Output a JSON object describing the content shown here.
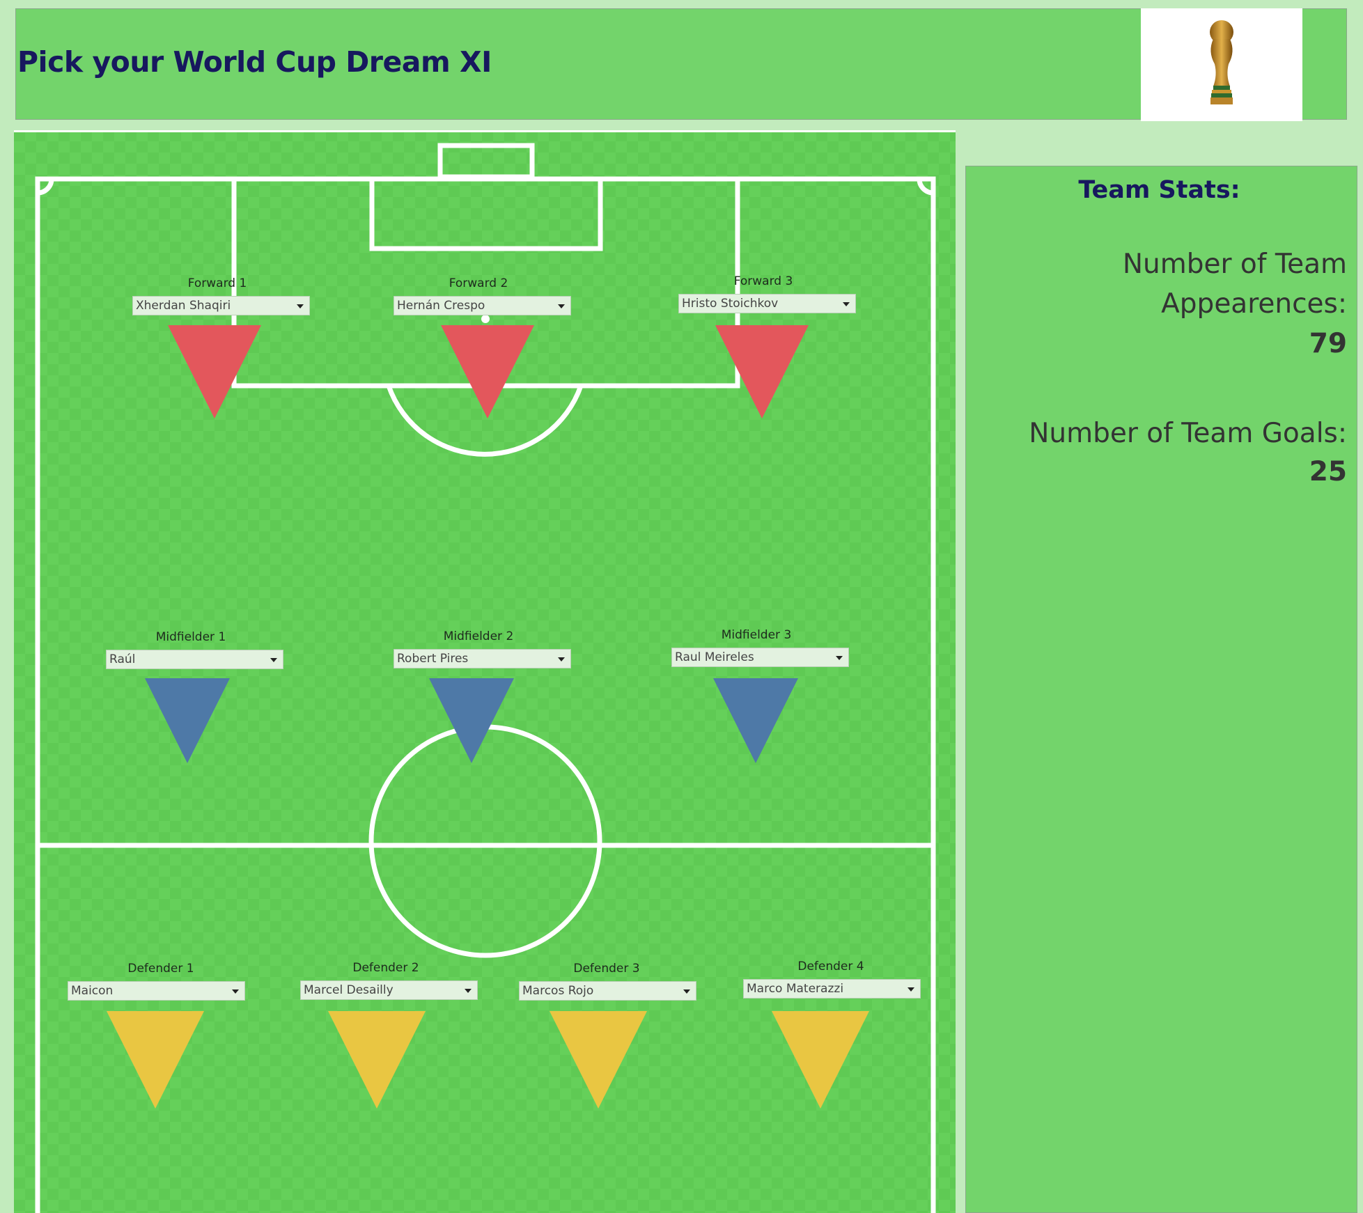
{
  "header": {
    "title": "Pick your World Cup Dream XI",
    "logo_icon": "world-cup-trophy-icon"
  },
  "colors": {
    "forward": "#e3575c",
    "midfielder": "#4e79a7",
    "defender": "#e9c642",
    "pitch": "#65d05a",
    "title": "#17185e"
  },
  "players": [
    {
      "role": "forward",
      "label": "Forward 1",
      "value": "Xherdan Shaqiri"
    },
    {
      "role": "forward",
      "label": "Forward 2",
      "value": "Hernán Crespo"
    },
    {
      "role": "forward",
      "label": "Forward 3",
      "value": "Hristo Stoichkov"
    },
    {
      "role": "midfielder",
      "label": "Midfielder 1",
      "value": "Raúl"
    },
    {
      "role": "midfielder",
      "label": "Midfielder 2",
      "value": "Robert Pires"
    },
    {
      "role": "midfielder",
      "label": "Midfielder 3",
      "value": "Raul Meireles"
    },
    {
      "role": "defender",
      "label": "Defender 1",
      "value": "Maicon"
    },
    {
      "role": "defender",
      "label": "Defender 2",
      "value": "Marcel Desailly"
    },
    {
      "role": "defender",
      "label": "Defender 3",
      "value": "Marcos Rojo"
    },
    {
      "role": "defender",
      "label": "Defender 4",
      "value": "Marco Materazzi"
    }
  ],
  "stats": {
    "title": "Team Stats:",
    "appearances_label": "Number of Team Appearences:",
    "appearances_value": "79",
    "goals_label": "Number of Team Goals:",
    "goals_value": "25"
  }
}
